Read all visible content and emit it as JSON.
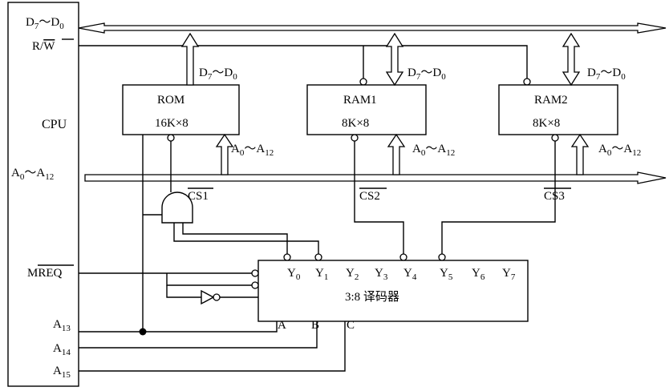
{
  "cpu": {
    "label": "CPU",
    "data_bus_label": "D",
    "data_bus_sub_hi": "7",
    "data_bus_sub_lo": "0",
    "range_sep": "～",
    "rw_label": "R/",
    "rw_bar": "W",
    "addr_bus_label": "A",
    "addr_bus_sub_lo": "0",
    "addr_bus_sub_hi": "12",
    "mreq_prefix": "M",
    "mreq_bar": "REQ",
    "a13_label": "A",
    "a13_sub": "13",
    "a14_label": "A",
    "a14_sub": "14",
    "a15_label": "A",
    "a15_sub": "15"
  },
  "chips": {
    "rom": {
      "name": "ROM",
      "size": "16K×8"
    },
    "ram1": {
      "name": "RAM1",
      "size": "8K×8"
    },
    "ram2": {
      "name": "RAM2",
      "size": "8K×8"
    }
  },
  "chip_bus_labels": {
    "data_letter": "D",
    "data_sub_hi": "7",
    "data_sub_lo": "0",
    "addr_letter": "A",
    "addr_sub_lo": "0",
    "addr_sub_hi": "12",
    "sep": "～"
  },
  "chip_selects": {
    "cs1": "CS1",
    "cs2": "CS2",
    "cs3": "CS3"
  },
  "decoder": {
    "title": "3:8 译码器",
    "output_letter": "Y",
    "outputs": [
      "0",
      "1",
      "2",
      "3",
      "4",
      "5",
      "6",
      "7"
    ],
    "inputs": [
      "A",
      "B",
      "C"
    ]
  }
}
